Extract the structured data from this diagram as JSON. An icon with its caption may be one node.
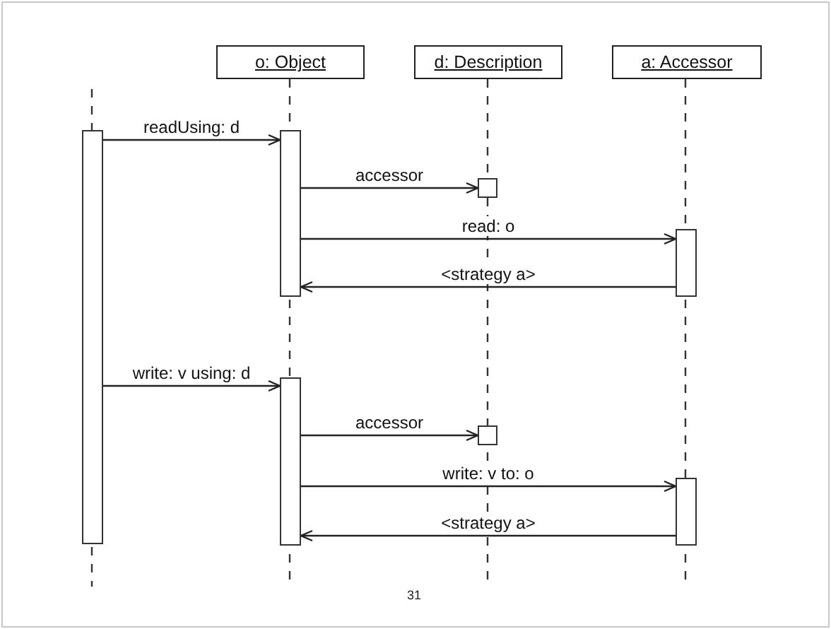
{
  "diagram": {
    "nodes": [
      {
        "text": [
          "o: Object"
        ]
      },
      {
        "text": [
          "d: Description"
        ]
      },
      {
        "text": [
          "a: Accessor"
        ]
      },
      {
        "text": [],
        "shape": "bar"
      },
      {
        "text": [],
        "shape": "bar"
      },
      {
        "text": [],
        "shape": "box"
      },
      {
        "text": [],
        "shape": "bar"
      },
      {
        "text": [],
        "shape": "bar"
      },
      {
        "text": [],
        "shape": "box"
      },
      {
        "text": [],
        "shape": "bar"
      }
    ],
    "edges": [
      {
        "from": 3,
        "to": 4,
        "arrow": "to",
        "label": "readUsing: d"
      },
      {
        "from": 4,
        "to": 5,
        "arrow": "to",
        "label": "accessor"
      },
      {
        "from": 4,
        "to": 6,
        "arrow": "to",
        "label": "read: o"
      },
      {
        "from": 6,
        "to": 4,
        "arrow": "to",
        "label": "<strategy a>"
      },
      {
        "from": 3,
        "to": 7,
        "arrow": "to",
        "label": "write: v using: d"
      },
      {
        "from": 7,
        "to": 8,
        "arrow": "to",
        "label": "accessor"
      },
      {
        "from": 7,
        "to": 9,
        "arrow": "to",
        "label": "write: v to: o"
      },
      {
        "from": 9,
        "to": 7,
        "arrow": "to",
        "label": "<strategy a>"
      }
    ],
    "labels": [
      "31"
    ]
  }
}
